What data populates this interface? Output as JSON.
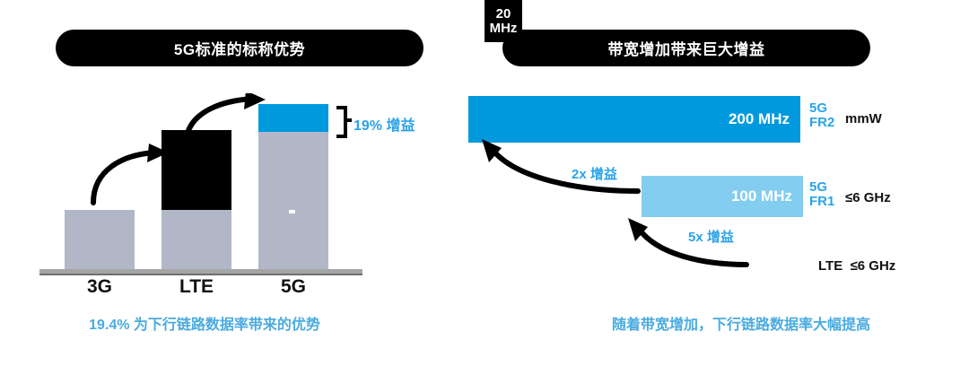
{
  "left_panel": {
    "title": "5G标准的标称优势",
    "caption": "19.4% 为下行链路数据率带来的优势",
    "gain_label": "19% 增益",
    "accent_color": "#0099dd",
    "gray_color": "#b2b7c8",
    "caption_color": "#4aabe0"
  },
  "right_panel": {
    "title": "带宽增加带来巨大增益",
    "caption": "随着带宽增加，下行链路数据率大幅提高",
    "gain_2x": "2x 增益",
    "gain_5x": "5x 增益",
    "accent_color": "#0099dd",
    "light_blue": "#82cdf0"
  },
  "chart_data": [
    {
      "type": "bar",
      "title": "5G标准的标称优势",
      "categories": [
        "3G",
        "LTE",
        "5G"
      ],
      "series": [
        {
          "name": "base",
          "color": "#b2b7c8",
          "values": [
            66,
            66,
            153
          ]
        },
        {
          "name": "lte-increment",
          "color": "#000000",
          "values": [
            0,
            89,
            0
          ]
        },
        {
          "name": "5g-gain",
          "color": "#0099dd",
          "values": [
            0,
            0,
            31
          ]
        }
      ],
      "annotations": [
        "19% 增益"
      ],
      "xlabel": "",
      "ylabel": "",
      "grid": false,
      "legend": "none",
      "footnote": "19.4% 为下行链路数据率带来的优势"
    },
    {
      "type": "bar",
      "title": "带宽增加带来巨大增益",
      "orientation": "horizontal",
      "categories": [
        "5G FR2",
        "5G FR1",
        "LTE"
      ],
      "values": [
        200,
        100,
        20
      ],
      "unit": "MHz",
      "value_labels": [
        "200 MHz",
        "100 MHz",
        "20 MHz"
      ],
      "bar_colors": [
        "#0099dd",
        "#82cdf0",
        "#000000"
      ],
      "annotations": [
        "2x 增益",
        "5x 增益"
      ],
      "band_labels": [
        "mmW",
        "≤6 GHz",
        "≤6 GHz"
      ],
      "tech_labels": [
        "5G\nFR2",
        "5G\nFR1",
        "LTE"
      ],
      "xlabel": "",
      "ylabel": "",
      "grid": false,
      "legend": "none",
      "footnote": "随着带宽增加，下行链路数据率大幅提高"
    }
  ],
  "bars_left": {
    "b3g": {
      "label": "3G"
    },
    "blte": {
      "label": "LTE"
    },
    "b5g": {
      "label": "5G"
    }
  },
  "bars_right": {
    "fr2": {
      "value": "200 MHz",
      "tech_line1": "5G",
      "tech_line2": "FR2",
      "band": "mmW"
    },
    "fr1": {
      "value": "100 MHz",
      "tech_line1": "5G",
      "tech_line2": "FR1",
      "band": "≤6 GHz"
    },
    "lte": {
      "value_line1": "20",
      "value_line2": "MHz",
      "tech": "LTE",
      "band": "≤6 GHz"
    }
  }
}
